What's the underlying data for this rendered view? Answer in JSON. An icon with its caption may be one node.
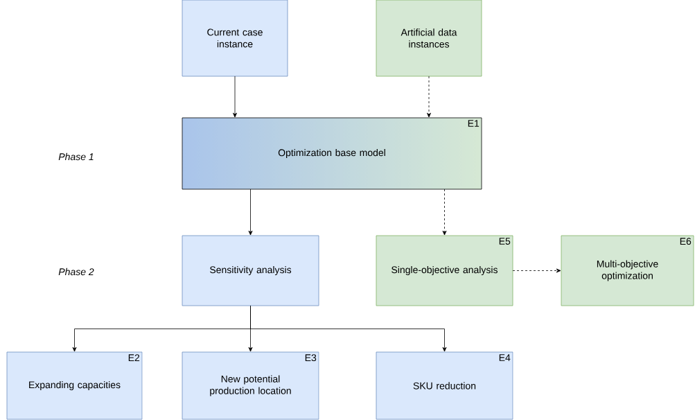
{
  "diagram": {
    "nodes": [
      {
        "text": [
          "Current case instance"
        ]
      },
      {
        "text": [
          "Artificial data instances"
        ]
      },
      {
        "text": [
          "Optimization base model",
          "E1"
        ]
      },
      {
        "text": [
          "Sensitivity analysis"
        ]
      },
      {
        "text": [
          "Single-objective analysis",
          "E5"
        ]
      },
      {
        "text": [
          "Multi-objective optimization",
          "E6"
        ]
      },
      {
        "text": [
          "Expanding capacities",
          "E2"
        ]
      },
      {
        "text": [
          "New potential production location",
          "E3"
        ]
      },
      {
        "text": [
          "SKU reduction",
          "E4"
        ]
      }
    ],
    "edges": [
      {
        "from": 0,
        "to": 2,
        "arrow": "to"
      },
      {
        "from": 1,
        "to": 2,
        "arrow": "to",
        "style": "dashed"
      },
      {
        "from": 2,
        "to": 3,
        "arrow": "to"
      },
      {
        "from": 2,
        "to": 4,
        "arrow": "to",
        "style": "dashed"
      },
      {
        "from": 4,
        "to": 5,
        "arrow": "to",
        "style": "dashed"
      },
      {
        "from": 3,
        "to": 6,
        "arrow": "to"
      },
      {
        "from": 3,
        "to": 7,
        "arrow": "to"
      },
      {
        "from": 3,
        "to": 8,
        "arrow": "to"
      }
    ],
    "labels": [
      "Phase 1",
      "Phase 2"
    ]
  }
}
